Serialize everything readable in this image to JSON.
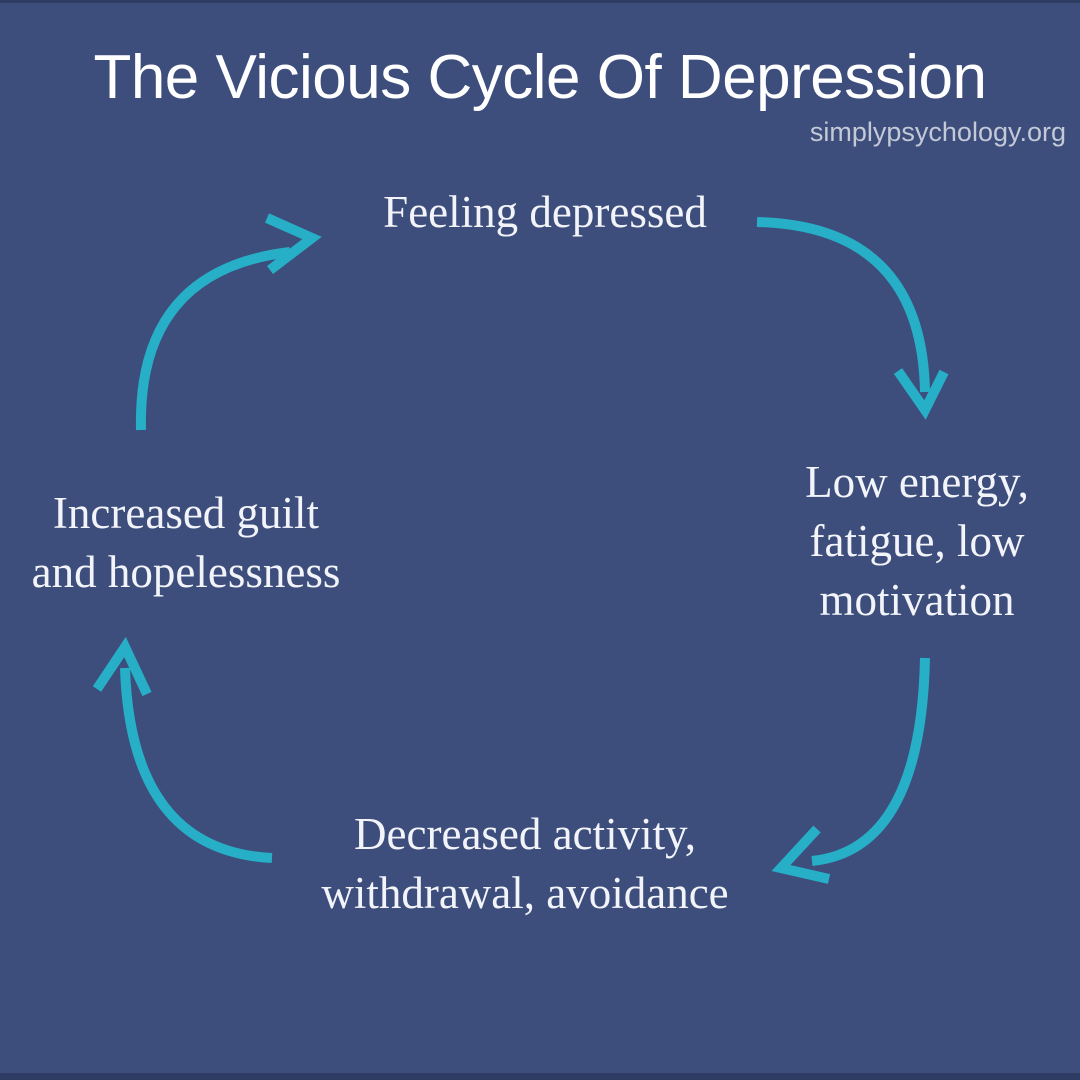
{
  "page": {
    "title": "The Vicious Cycle Of Depression",
    "watermark": "simplypsychology.org"
  },
  "colors": {
    "background": "#3D4E7C",
    "edge_strip": "#2E3B63",
    "title_text": "#FFFFFF",
    "watermark_text": "#C3C9D7",
    "node_text": "#F2F4F9",
    "arrow": "#26AFC7"
  },
  "cycle": {
    "direction": "clockwise",
    "nodes": [
      {
        "id": "feeling-depressed",
        "position": "top",
        "lines": [
          "Feeling depressed"
        ]
      },
      {
        "id": "low-energy",
        "position": "right",
        "lines": [
          "Low energy,",
          "fatigue, low",
          "motivation"
        ]
      },
      {
        "id": "decreased-activity",
        "position": "bottom",
        "lines": [
          "Decreased activity,",
          "withdrawal, avoidance"
        ]
      },
      {
        "id": "increased-guilt",
        "position": "left",
        "lines": [
          "Increased guilt",
          "and hopelessness"
        ]
      }
    ],
    "arrows": [
      {
        "name": "curved-arrow-icon",
        "from": "increased-guilt",
        "to": "feeling-depressed"
      },
      {
        "name": "curved-arrow-icon",
        "from": "feeling-depressed",
        "to": "low-energy"
      },
      {
        "name": "curved-arrow-icon",
        "from": "low-energy",
        "to": "decreased-activity"
      },
      {
        "name": "curved-arrow-icon",
        "from": "decreased-activity",
        "to": "increased-guilt"
      }
    ]
  }
}
